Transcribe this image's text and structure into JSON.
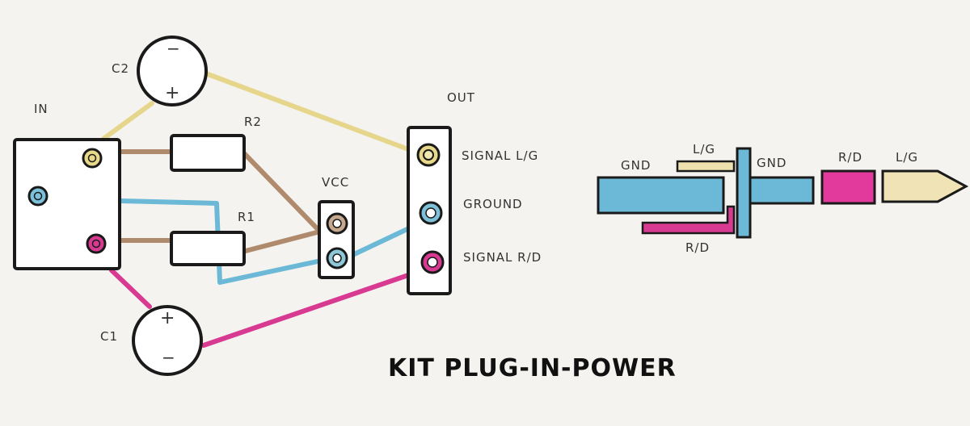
{
  "labels": {
    "in": "IN",
    "out": "OUT",
    "c1": "C1",
    "c2": "C2",
    "r1": "R1",
    "r2": "R2",
    "vcc": "VCC",
    "signal_lg": "SIGNAL L/G",
    "ground": "GROUND",
    "signal_rd": "SIGNAL R/D",
    "plus": "+",
    "minus": "−"
  },
  "plug": {
    "gnd_left": "GND",
    "lg_top": "L/G",
    "gnd_right": "GND",
    "rd_right": "R/D",
    "lg_right": "L/G",
    "rd_bottom": "R/D"
  },
  "title": "KIT PLUG-IN-POWER",
  "colors": {
    "yellow": "#e9d98a",
    "blue": "#6bb9d6",
    "brown": "#b08a6c",
    "magenta": "#d83a92",
    "outline": "#1a1a1a"
  }
}
